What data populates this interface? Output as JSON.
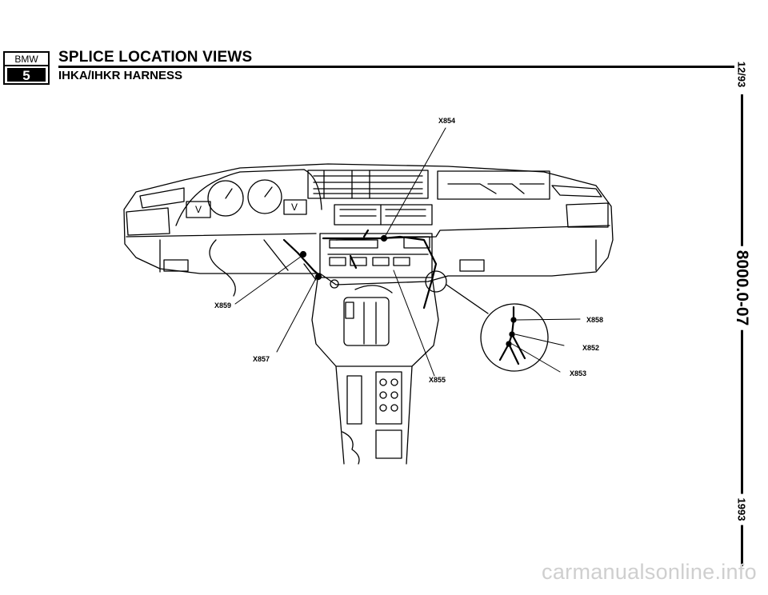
{
  "header": {
    "logo_top": "BMW",
    "logo_bottom": "5",
    "title": "SPLICE LOCATION VIEWS",
    "subtitle": "IHKA/IHKR HARNESS"
  },
  "sidebar": {
    "date_code": "12/93",
    "page_number": "8000.0-07",
    "year": "1993"
  },
  "callouts": [
    "X854",
    "X859",
    "X857",
    "X855",
    "X858",
    "X852",
    "X853"
  ],
  "watermark": "carmanualsonline.info"
}
